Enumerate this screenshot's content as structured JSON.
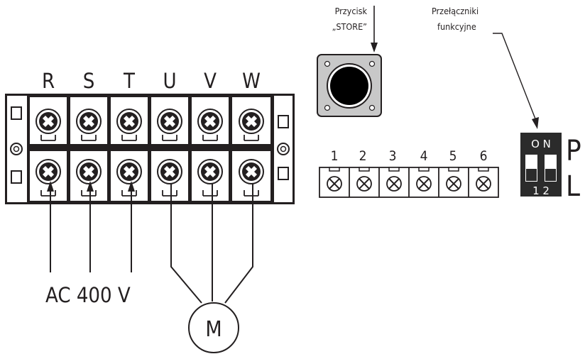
{
  "power_terminal": {
    "top_labels": [
      "R",
      "S",
      "T",
      "U",
      "V",
      "W"
    ],
    "supply_label": "AC 400 V",
    "motor_label": "M"
  },
  "store_button": {
    "label_line1": "Przycisk",
    "label_line2": "„STORE”"
  },
  "function_switches": {
    "label_line1": "Przełączniki",
    "label_line2": "funkcyjne",
    "on_label": "O N",
    "switch_numbers": "1 2",
    "side_letters": [
      "P",
      "L"
    ]
  },
  "control_terminal": {
    "numbers": [
      "1",
      "2",
      "3",
      "4",
      "5",
      "6"
    ]
  },
  "colors": {
    "ink": "#231f20",
    "button_plate": "#c8c8c8",
    "dip_body": "#2b2b2b"
  }
}
